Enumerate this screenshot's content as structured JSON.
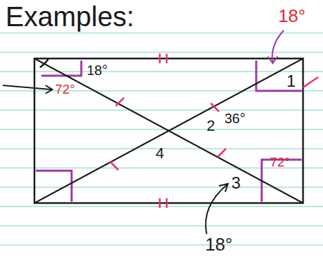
{
  "diagram": {
    "labels": [
      "Examples:",
      "18°",
      "72°",
      "18°",
      "1",
      "2",
      "36°",
      "4",
      "3",
      "72°",
      "18°"
    ]
  }
}
